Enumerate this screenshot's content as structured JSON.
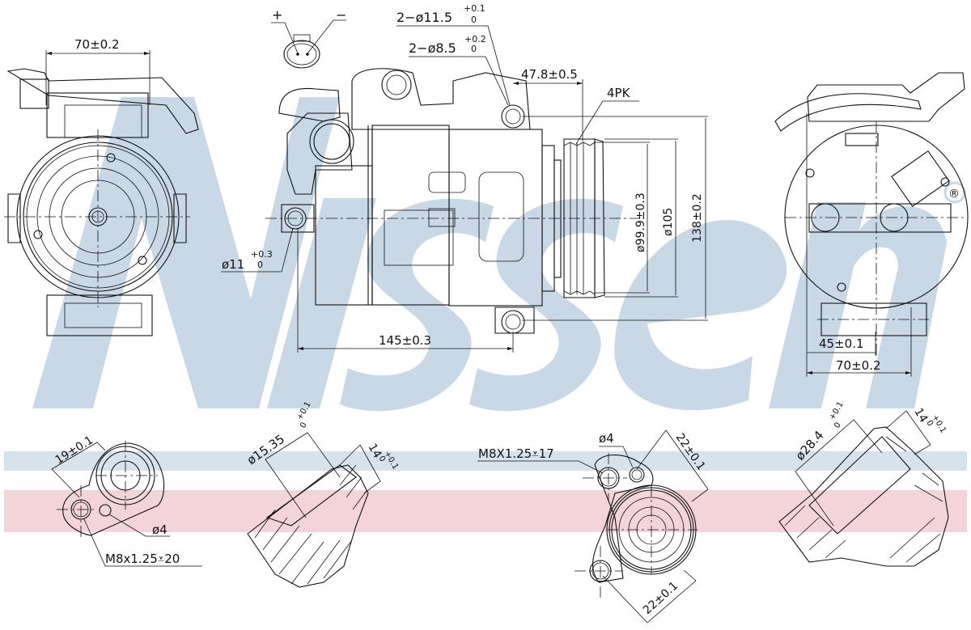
{
  "brand": {
    "watermark_text": "Nissens",
    "registered_mark": "®",
    "watermark_color": "#c9d8e6",
    "band_blue": "#d6e2ec",
    "band_red": "#f2d4d9"
  },
  "connector": {
    "plus_label": "+",
    "minus_label": "−"
  },
  "views": {
    "front_left": {
      "width_label": "70±0.2"
    },
    "side": {
      "hole_large_label": "2−ø11.5",
      "hole_large_tol_upper": "+0.1",
      "hole_large_tol_lower": "0",
      "hole_small_label": "2−ø8.5",
      "hole_small_tol_upper": "+0.2",
      "hole_small_tol_lower": "0",
      "offset_label": "47.8±0.5",
      "belt_label": "4PK",
      "pulley_inner_label": "ø99.9±0.3",
      "pulley_outer_label": "ø105",
      "height_label": "138±0.2",
      "mount_hole_label": "ø11",
      "mount_hole_tol_upper": "+0.3",
      "mount_hole_tol_lower": "0",
      "length_label": "145±0.3"
    },
    "rear_right": {
      "inner_width_label": "45±0.1",
      "outer_width_label": "70±0.2"
    }
  },
  "details": {
    "port_a": {
      "spacing_label": "19±0.1",
      "pin_label": "ø4",
      "thread_label": "M8x1.25⩡20"
    },
    "section_a": {
      "bore_label": "ø15.35",
      "bore_tol_upper": "+0.1",
      "bore_tol_lower": "0",
      "depth_label": "14",
      "depth_tol_upper": "+0.1",
      "depth_tol_lower": "0"
    },
    "port_b": {
      "thread_label": "M8X1.25⩡17",
      "pin_label": "ø4",
      "spacing_top_label": "22±0.1",
      "spacing_bottom_label": "22±0.1"
    },
    "section_b": {
      "bore_label": "ø28.4",
      "bore_tol_upper": "+0.1",
      "bore_tol_lower": "0",
      "depth_label": "14",
      "depth_tol_upper": "+0.1",
      "depth_tol_lower": "0"
    }
  }
}
